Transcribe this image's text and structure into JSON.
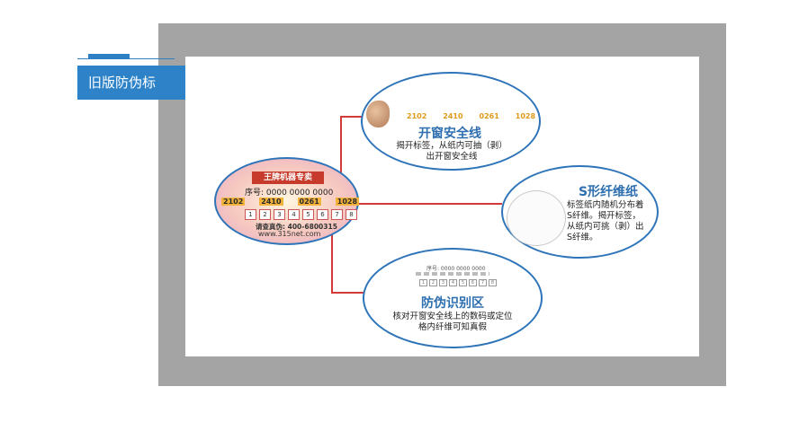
{
  "tab": {
    "label": "旧版防伪标"
  },
  "label": {
    "brand": "王牌机器专卖",
    "serial": "序号: 0000 0000 0000",
    "codes": [
      "2102",
      "2410",
      "0261",
      "1028"
    ],
    "boxes": [
      "1",
      "2",
      "3",
      "4",
      "5",
      "6",
      "7",
      "8"
    ],
    "phone": "请查真伪: 400-6800315",
    "website": "www.315net.com"
  },
  "bubbles": {
    "window": {
      "codes": [
        "2102",
        "2410",
        "0261",
        "1028"
      ],
      "title": "开窗安全线",
      "text_line1": "揭开标签，从纸内可抽（剥）",
      "text_line2": "出开窗安全线"
    },
    "fiber": {
      "title": "S形纤维纸",
      "text_lines": [
        "标签纸内随机分布着",
        "S纤维。揭开标签，",
        "从纸内可挑（剥）出",
        "S纤维。"
      ]
    },
    "zone": {
      "serial": "序号: 0000 0000 0000",
      "boxes": [
        "1",
        "2",
        "3",
        "4",
        "5",
        "6",
        "7",
        "8"
      ],
      "title": "防伪识别区",
      "text_line1": "核对开窗安全线上的数码或定位",
      "text_line2": "格内纤维可知真假"
    }
  },
  "colors": {
    "frame": "#a4a4a4",
    "accent_blue": "#2d82c8",
    "connector_red": "#d33a3a",
    "code_orange": "#e09a1a"
  }
}
